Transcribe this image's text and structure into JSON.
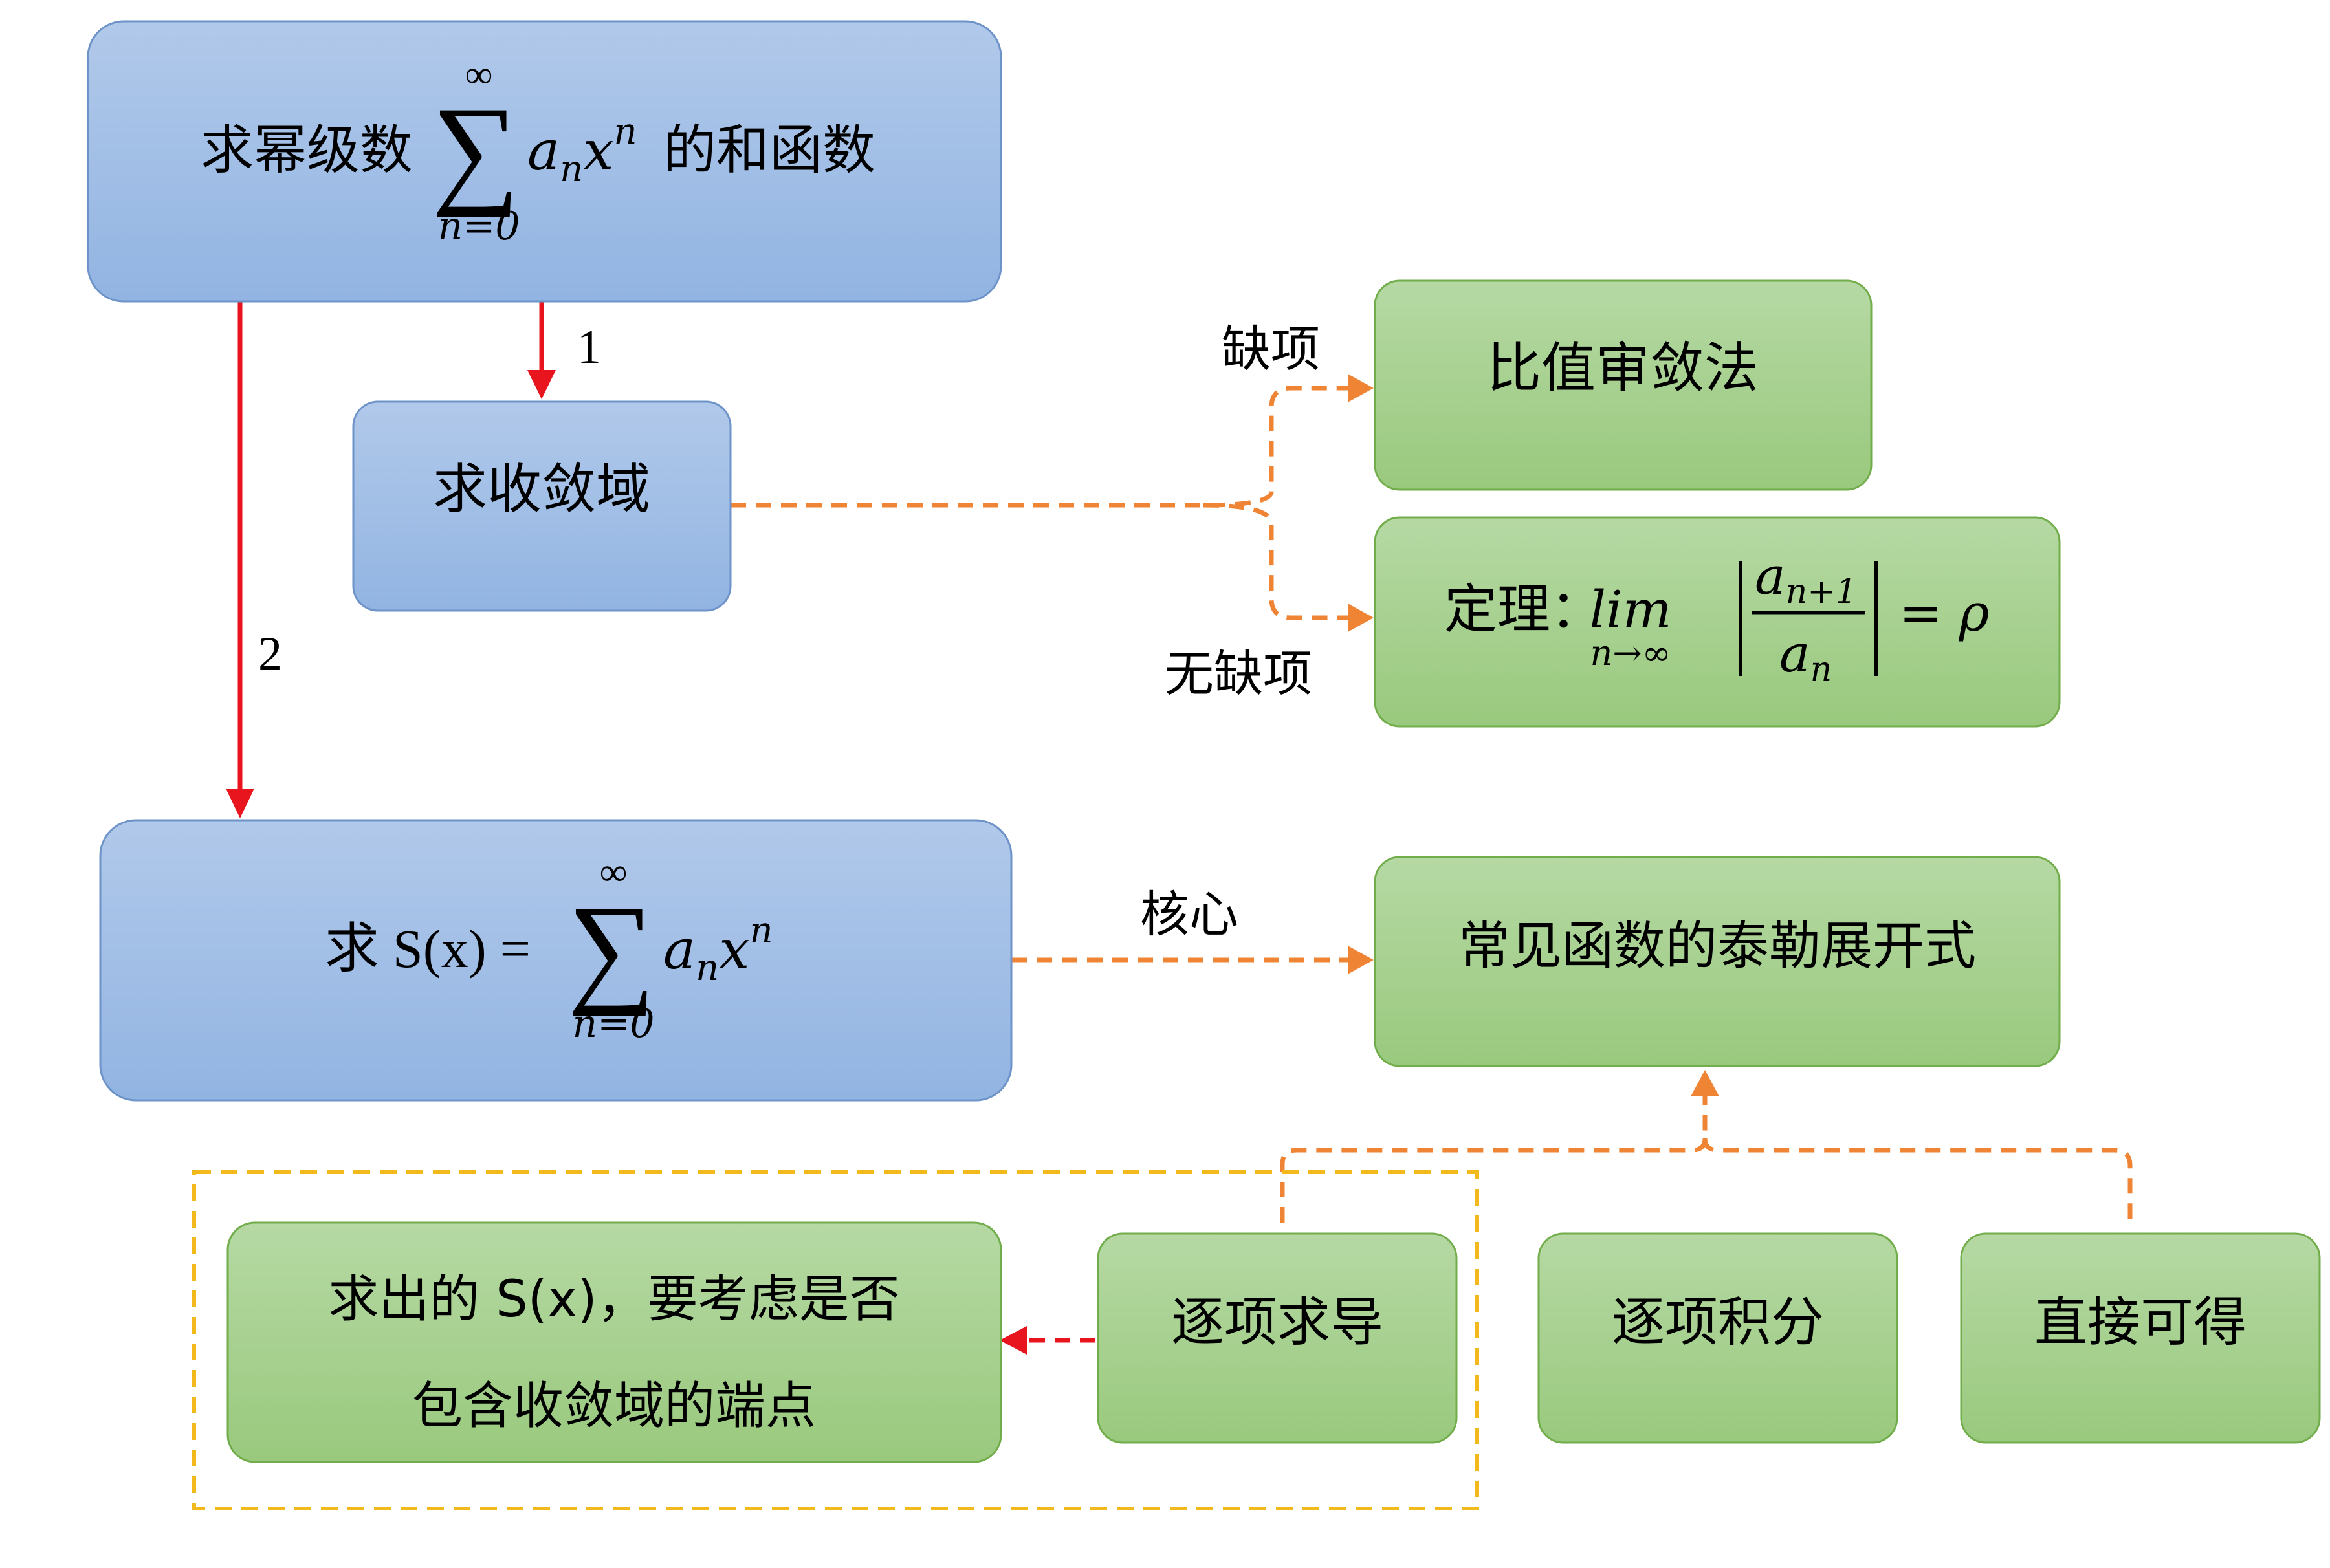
{
  "colors": {
    "blue_box_top": "#b1c9ea",
    "blue_box_bottom": "#92b4e2",
    "blue_box_border": "#6d93c9",
    "green_box_top": "#b6d9a4",
    "green_box_bottom": "#99c97d",
    "green_box_border": "#72ad4b",
    "red_arrow": "#e8141e",
    "orange_dash": "#ee8434",
    "yellow_dash": "#f2b91c"
  },
  "boxes": {
    "main_problem": {
      "prefix": "求幂级数",
      "sum_upper": "∞",
      "sum_lower": "n=0",
      "term_coeff": "a",
      "term_sub": "n",
      "term_var": "x",
      "term_exp": "n",
      "suffix": "的和函数"
    },
    "convergence_domain": {
      "label": "求收敛域"
    },
    "ratio_test": {
      "label": "比值审敛法"
    },
    "theorem": {
      "prefix": "定理：",
      "lim": "lim",
      "lim_sub": "n→∞",
      "num_coeff": "a",
      "num_sub": "n+1",
      "den_coeff": "a",
      "den_sub": "n",
      "rhs": "= ρ"
    },
    "sum_function": {
      "prefix": "求 S(x) =",
      "sum_upper": "∞",
      "sum_lower": "n=0",
      "term_coeff": "a",
      "term_sub": "n",
      "term_var": "x",
      "term_exp": "n"
    },
    "taylor": {
      "label": "常见函数的泰勒展开式"
    },
    "endpoint_note": {
      "line1": "求出的 S(x)，要考虑是否",
      "line2": "包含收敛域的端点"
    },
    "term_derivative": {
      "label": "逐项求导"
    },
    "term_integral": {
      "label": "逐项积分"
    },
    "direct": {
      "label": "直接可得"
    }
  },
  "edge_labels": {
    "step1": "1",
    "step2": "2",
    "missing_terms": "缺项",
    "no_missing_terms": "无缺项",
    "core": "核心"
  },
  "icons": {
    "arrow_head": "triangle-arrow-icon"
  }
}
